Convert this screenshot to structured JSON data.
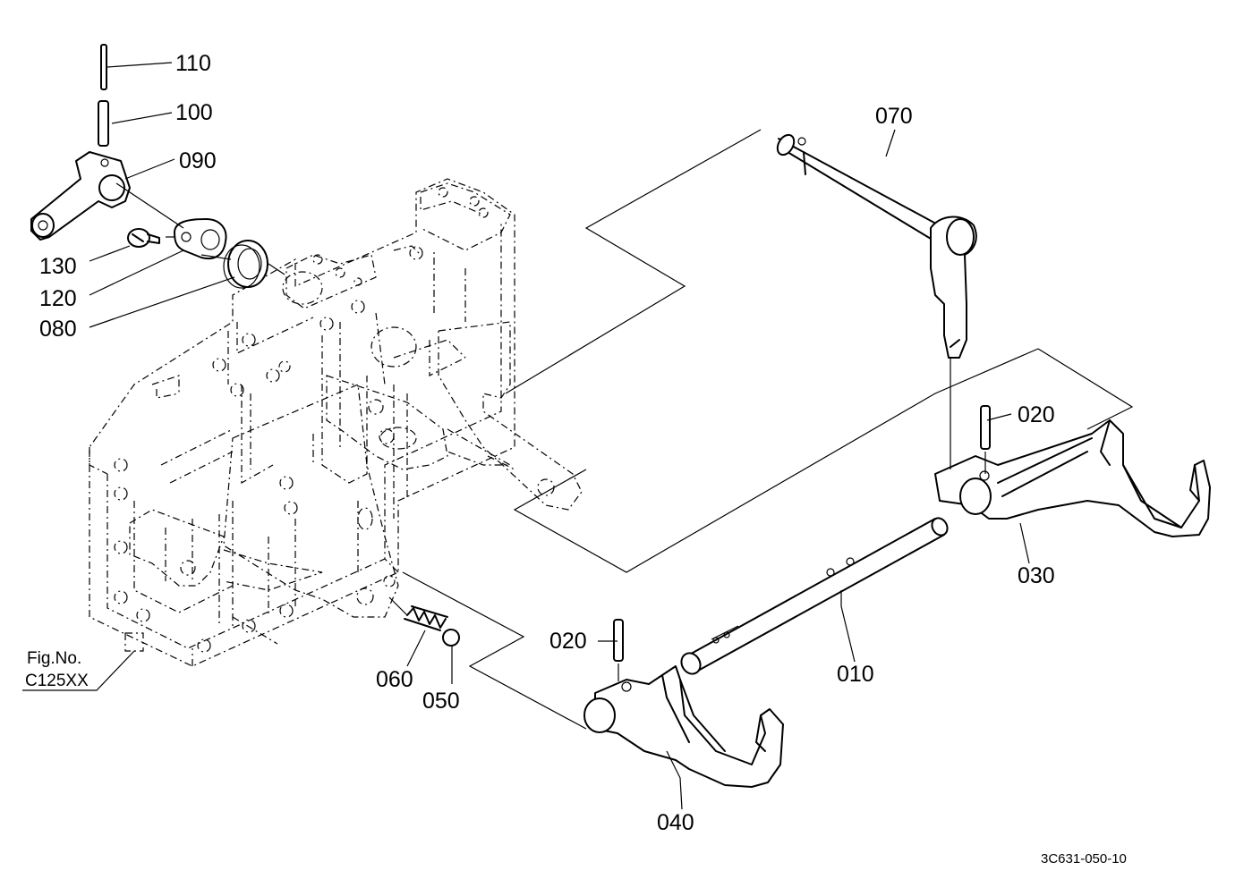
{
  "labels": {
    "p010": "010",
    "p020a": "020",
    "p020b": "020",
    "p030": "030",
    "p040": "040",
    "p050": "050",
    "p060": "060",
    "p070": "070",
    "p080": "080",
    "p090": "090",
    "p100": "100",
    "p110": "110",
    "p120": "120",
    "p130": "130"
  },
  "reference": {
    "line1": "Fig.No.",
    "line2": "C125XX"
  },
  "diagram_code": "3C631-050-10"
}
